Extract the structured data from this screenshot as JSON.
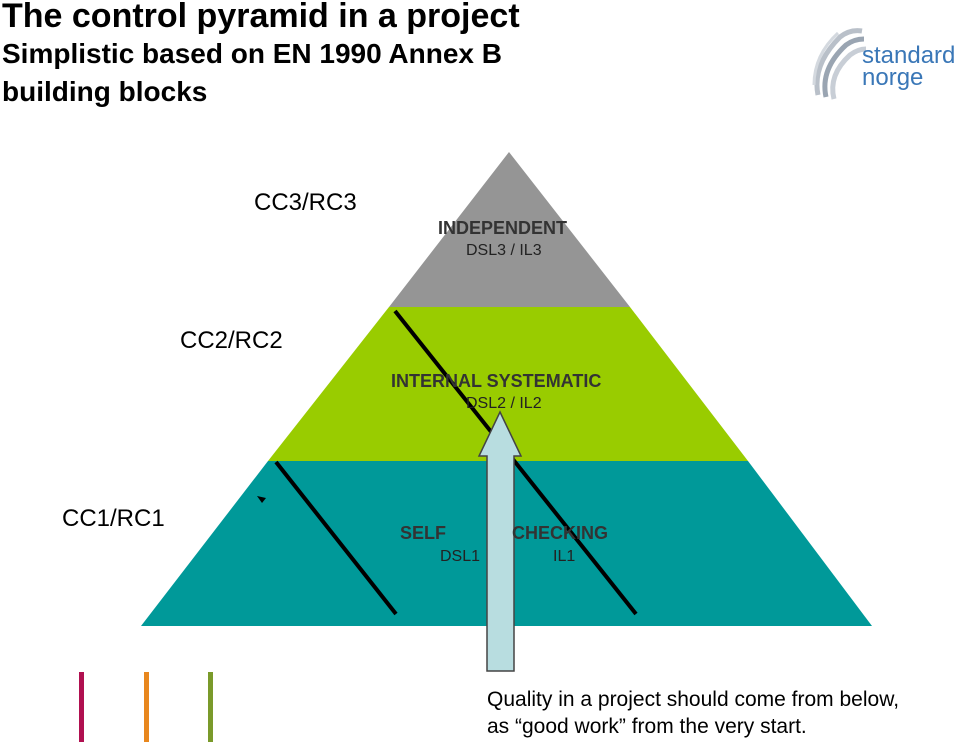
{
  "header": {
    "title": "The control pyramid in a project",
    "subtitle_line1": "Simplistic based on EN 1990 Annex B",
    "subtitle_line2": "building blocks"
  },
  "logo": {
    "line1": "standard",
    "line2": "norge",
    "brand_color": "#3a77b7"
  },
  "classes": {
    "top": "CC3/RC3",
    "middle": "CC2/RC2",
    "bottom": "CC1/RC1"
  },
  "levels": {
    "top": {
      "heading": "INDEPENDENT",
      "sub": "DSL3 / IL3",
      "color": "#959595"
    },
    "middle": {
      "heading": "INTERNAL SYSTEMATIC",
      "sub": "DSL2 / IL2",
      "color": "#99cc00"
    },
    "bottom": {
      "heading_left": "SELF",
      "heading_right": "CHECKING",
      "sub_left": "DSL1",
      "sub_right": "IL1",
      "color": "#009999"
    }
  },
  "arrow": {
    "color": "#b8dde0"
  },
  "accent_bars": [
    "#b01050",
    "#e8871e",
    "#7a9a2a"
  ],
  "note": {
    "line1": "Quality in a project should come from below,",
    "line2": "as “good work” from the very start."
  }
}
